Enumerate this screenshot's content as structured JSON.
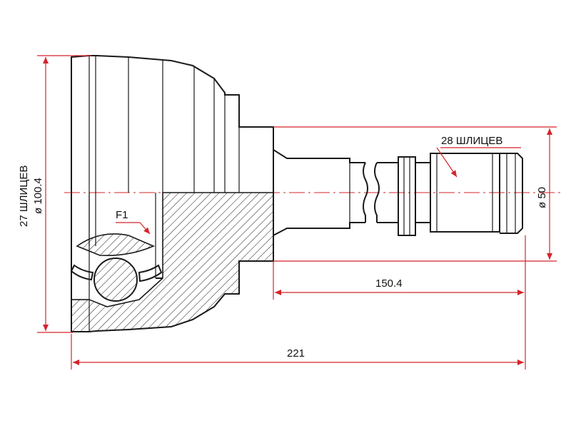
{
  "colors": {
    "outline": "#1a1a1a",
    "dimension_line": "#d4242b",
    "hatch": "#1a1a1a",
    "background": "#ffffff"
  },
  "labels": {
    "left_splines": "27 ШЛИЦЕВ",
    "outer_diameter": "ø 100.4",
    "right_splines": "28 ШЛИЦЕВ",
    "shaft_diameter": "ø 50",
    "shaft_length": "150.4",
    "overall_length": "221",
    "section_mark": "F1"
  }
}
